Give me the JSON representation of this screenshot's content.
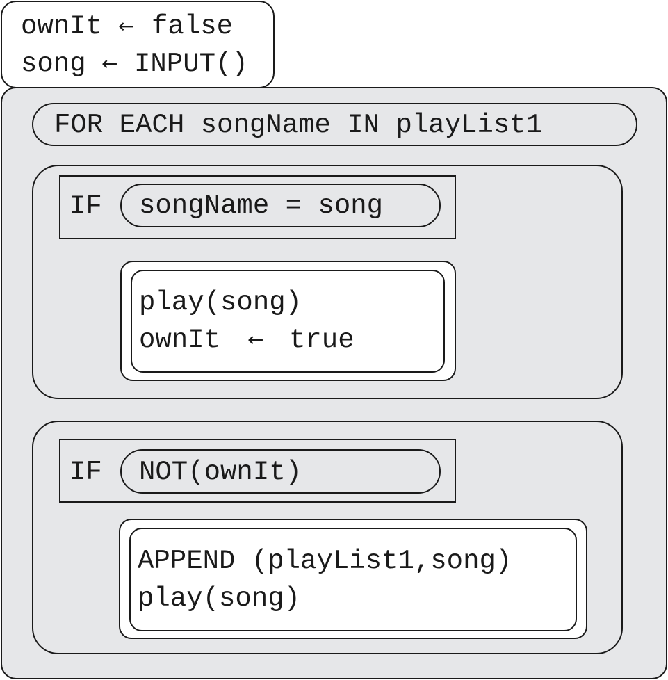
{
  "init": {
    "line1_var": "ownIt",
    "line1_arrow": "←",
    "line1_val": "false",
    "line2_var": "song",
    "line2_arrow": "←",
    "line2_val": "INPUT()"
  },
  "loop": {
    "header": "FOR EACH songName IN playList1"
  },
  "if1": {
    "keyword": "IF",
    "condition": "songName = song",
    "body_line1": "play(song)",
    "body_line2_var": "ownIt",
    "body_line2_arrow": "←",
    "body_line2_val": "true"
  },
  "if2": {
    "keyword": "IF",
    "condition": "NOT(ownIt)",
    "body_line1": "APPEND (playList1,song)",
    "body_line2": "play(song)"
  },
  "colors": {
    "block_fill": "#e6e7e9",
    "white_fill": "#ffffff",
    "stroke": "#1a1a1a"
  }
}
